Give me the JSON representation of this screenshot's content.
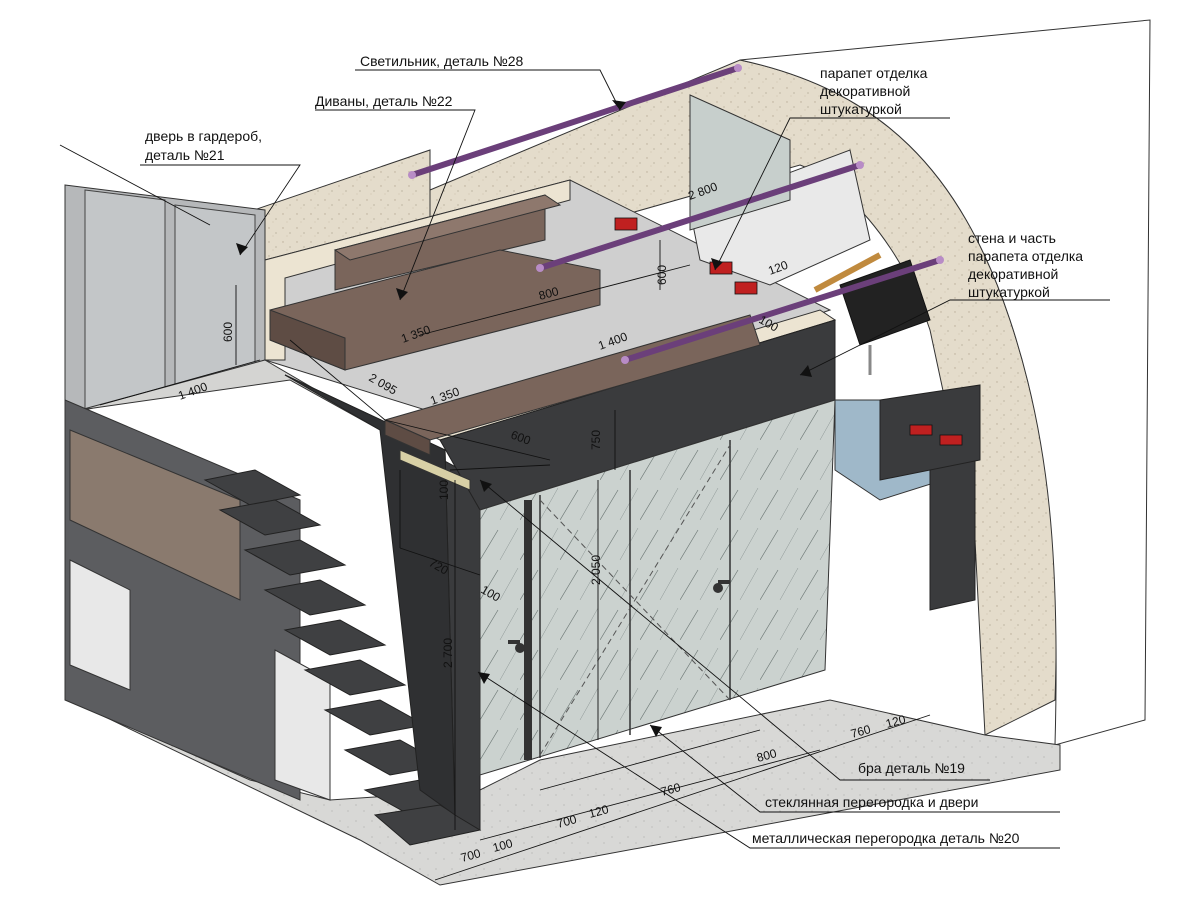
{
  "callouts": {
    "light": "Светильник, деталь №28",
    "sofas": "Диваны, деталь №22",
    "wardrobe_door_1": "дверь в гардероб,",
    "wardrobe_door_2": "деталь №21",
    "parapet_1": "парапет отделка",
    "parapet_2": "декоративной",
    "parapet_3": "штукатуркой",
    "wall_1": "стена и часть",
    "wall_2": "парапета отделка",
    "wall_3": "декоративной",
    "wall_4": "штукатуркой",
    "sconce": "бра деталь №19",
    "glass_partition": "стеклянная перегородка и двери",
    "metal_partition": "металлическая перегородка деталь №20"
  },
  "dimensions": {
    "d2800": "2 800",
    "d600_kitchen": "600",
    "d120_kitchen": "120",
    "d800_sofa": "800",
    "d1350_sofa": "1 350",
    "d1400_right": "1 400",
    "d100_parapet": "100",
    "d600_left": "600",
    "d1400_left": "1 400",
    "d2095": "2 095",
    "d1350_front": "1 350",
    "d600_front": "600",
    "d750": "750",
    "d100_sconce": "100",
    "d720": "720",
    "d2050": "2 050",
    "d100_door": "100",
    "d2700": "2 700",
    "d760_right": "760",
    "d120_right": "120",
    "d800_bottom": "800",
    "d760_bottom": "760",
    "d700_mid": "700",
    "d120_mid": "120",
    "d700_low": "700",
    "d100_low": "100"
  },
  "colors": {
    "plaster": "#e4dccb",
    "floor": "#d6d6d6",
    "dark_metal": "#3a3b3d",
    "sofa": "#7a655b",
    "sofa_dark": "#5e4c44",
    "glass": "#c9d0cd",
    "lamp": "#6b3f7a",
    "red_outlet": "#c02020"
  }
}
